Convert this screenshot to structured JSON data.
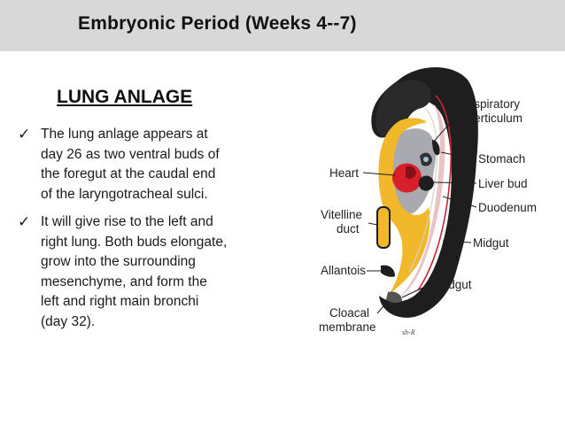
{
  "slide": {
    "title": "Embryonic Period (Weeks 4--7)",
    "subheading": "LUNG ANLAGE",
    "bullets": [
      {
        "check": "✓",
        "lines": [
          "The lung anlage appears at",
          "day 26 as two ventral buds of",
          "the foregut at the caudal end",
          "of the laryngotracheal sulci."
        ]
      },
      {
        "check": "✓",
        "lines": [
          "It will give rise to the left and",
          "right lung. Both buds elongate,",
          "grow into the surrounding",
          "mesenchyme, and form the",
          "left and right main bronchi",
          "(day 32)."
        ]
      }
    ]
  },
  "diagram": {
    "labels": {
      "respiratory": "Respiratory",
      "diverticulum": "diverticulum",
      "stomach": "Stomach",
      "heart": "Heart",
      "liver_bud": "Liver bud",
      "duodenum": "Duodenum",
      "vitelline": "Vitelline",
      "duct": "duct",
      "midgut": "Midgut",
      "allantois": "Allantois",
      "hindgut": "Hindgut",
      "cloacal": "Cloacal",
      "membrane": "membrane"
    },
    "signature": "sh-R",
    "colors": {
      "body": "#1e1e1e",
      "yolk": "#f0b82a",
      "heart": "#d8202a",
      "gray": "#a8aab0",
      "pink": "#e9c3c5"
    }
  }
}
